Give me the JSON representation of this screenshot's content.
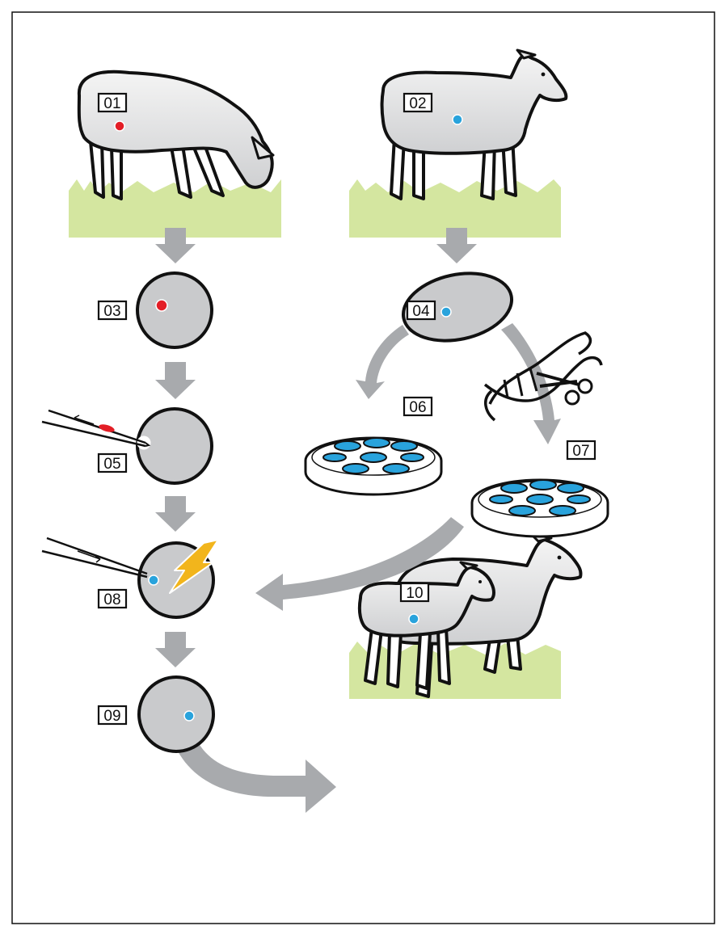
{
  "steps": {
    "s01": "01",
    "s02": "02",
    "s03": "03",
    "s04": "04",
    "s05": "05",
    "s06": "06",
    "s07": "07",
    "s08": "08",
    "s09": "09",
    "s10": "10"
  },
  "colors": {
    "grass": "#d4e6a0",
    "arrow": "#a8aaad",
    "cell": "#c9cacc",
    "red_nucleus": "#e31e26",
    "blue_nucleus": "#29a3dc",
    "bolt": "#f2b51c",
    "outline": "#111111"
  }
}
